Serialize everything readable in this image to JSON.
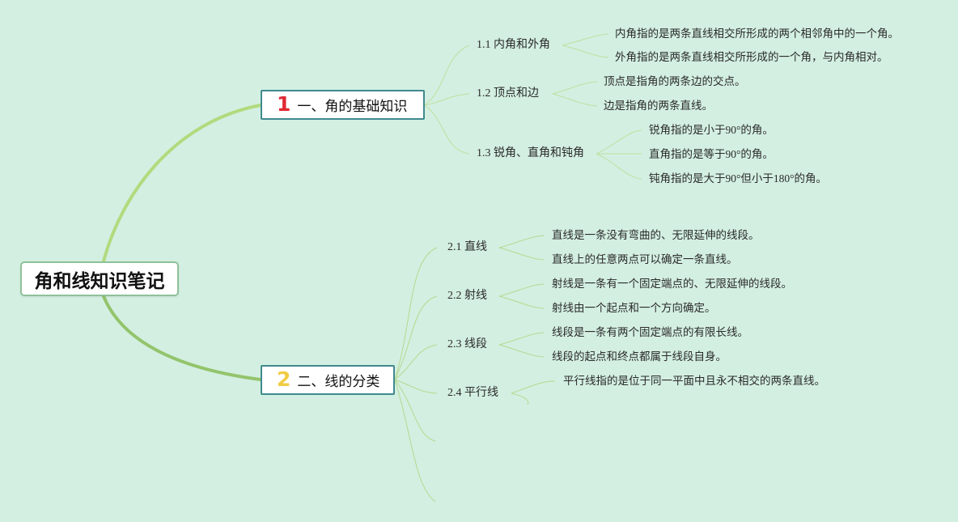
{
  "root": {
    "label": "角和线知识笔记"
  },
  "branches": [
    {
      "number": "1",
      "label": "一、角的基础知识",
      "children": [
        {
          "label": "1.1 内角和外角",
          "leaves": [
            "内角指的是两条直线相交所形成的两个相邻角中的一个角。",
            "外角指的是两条直线相交所形成的一个角，与内角相对。"
          ]
        },
        {
          "label": "1.2 顶点和边",
          "leaves": [
            "顶点是指角的两条边的交点。",
            "边是指角的两条直线。"
          ]
        },
        {
          "label": "1.3 锐角、直角和钝角",
          "leaves": [
            "锐角指的是小于90°的角。",
            "直角指的是等于90°的角。",
            "钝角指的是大于90°但小于180°的角。"
          ]
        }
      ]
    },
    {
      "number": "2",
      "label": "二、线的分类",
      "children": [
        {
          "label": "2.1 直线",
          "leaves": [
            "直线是一条没有弯曲的、无限延伸的线段。",
            "直线上的任意两点可以确定一条直线。"
          ]
        },
        {
          "label": "2.2 射线",
          "leaves": [
            "射线是一条有一个固定端点的、无限延伸的线段。",
            "射线由一个起点和一个方向确定。"
          ]
        },
        {
          "label": "2.3 线段",
          "leaves": [
            "线段是一条有两个固定端点的有限长线。",
            "线段的起点和终点都属于线段自身。"
          ]
        },
        {
          "label": "2.4 平行线",
          "leaves": [
            "平行线指的是位于同一平面中且永不相交的两条直线。"
          ]
        }
      ]
    }
  ],
  "colors": {
    "background": "#d3efe1",
    "main_branch_line": "#a9d77a",
    "sub_branch_line": "#b4d98f",
    "node_border": "#3f8a8f",
    "number_1": "#e02a33",
    "number_2": "#f1cc43"
  }
}
